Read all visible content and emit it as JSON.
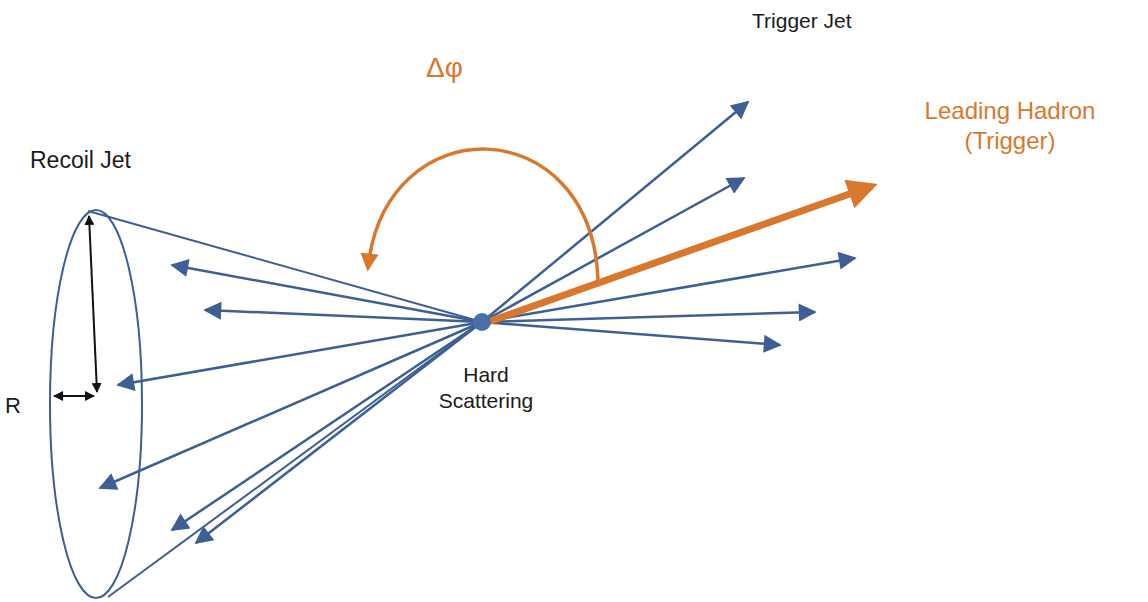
{
  "diagram": {
    "labels": [
      "Trigger Jet",
      "Leading Hadron (Trigger)",
      "Δφ",
      "Recoil Jet",
      "R",
      "Hard Scattering"
    ]
  }
}
